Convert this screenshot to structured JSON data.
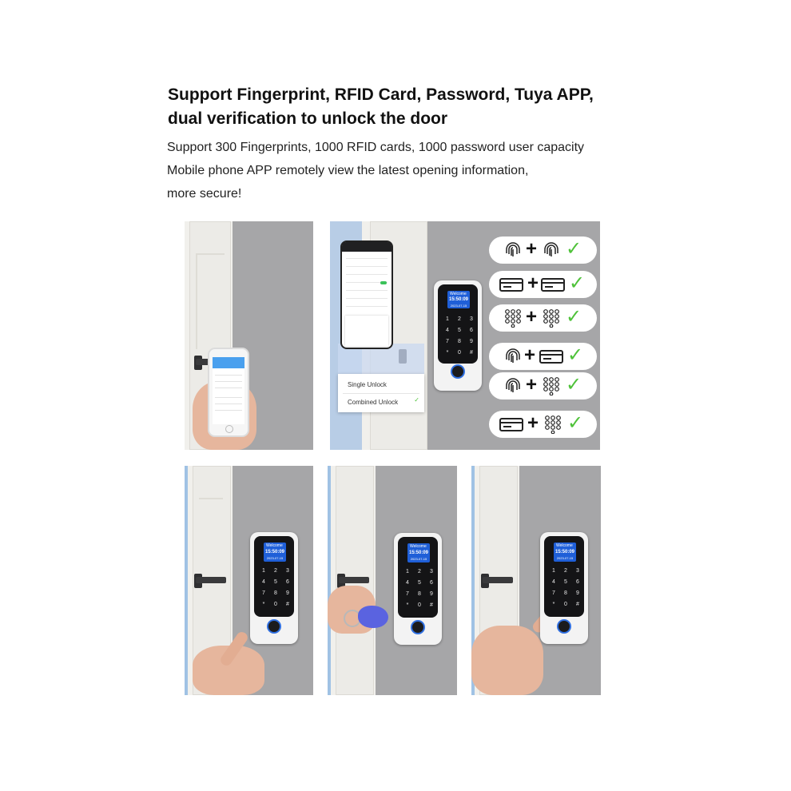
{
  "headline": {
    "line1": "Support Fingerprint, RFID Card, Password, Tuya APP,",
    "line2": "dual verification to unlock the door"
  },
  "description": {
    "line1": "Support 300 Fingerprints, 1000 RFID cards, 1000 password user capacity",
    "line2": "Mobile phone APP remotely view the latest opening information,",
    "line3": "more secure!"
  },
  "keypad": {
    "welcome": "Welcome",
    "time": "15:50:09",
    "date": "2023-07-15",
    "keys": [
      "1",
      "2",
      "3",
      "4",
      "5",
      "6",
      "7",
      "8",
      "9",
      "*",
      "0",
      "#"
    ]
  },
  "unlock_menu": {
    "single": "Single Unlock",
    "combined": "Combined Unlock"
  },
  "combinations": [
    {
      "a": "fingerprint-icon",
      "b": "fingerprint-icon"
    },
    {
      "a": "card-icon",
      "b": "card-icon"
    },
    {
      "a": "keypad-icon",
      "b": "keypad-icon"
    },
    {
      "a": "fingerprint-icon",
      "b": "card-icon"
    },
    {
      "a": "fingerprint-icon",
      "b": "keypad-icon"
    },
    {
      "a": "card-icon",
      "b": "keypad-icon"
    }
  ],
  "symbols": {
    "plus": "+",
    "check": "✓"
  },
  "colors": {
    "screen": "#1f5fd8",
    "check": "#4fc23a",
    "wall": "#a0c2e4",
    "panel": "#a6a6a8"
  }
}
